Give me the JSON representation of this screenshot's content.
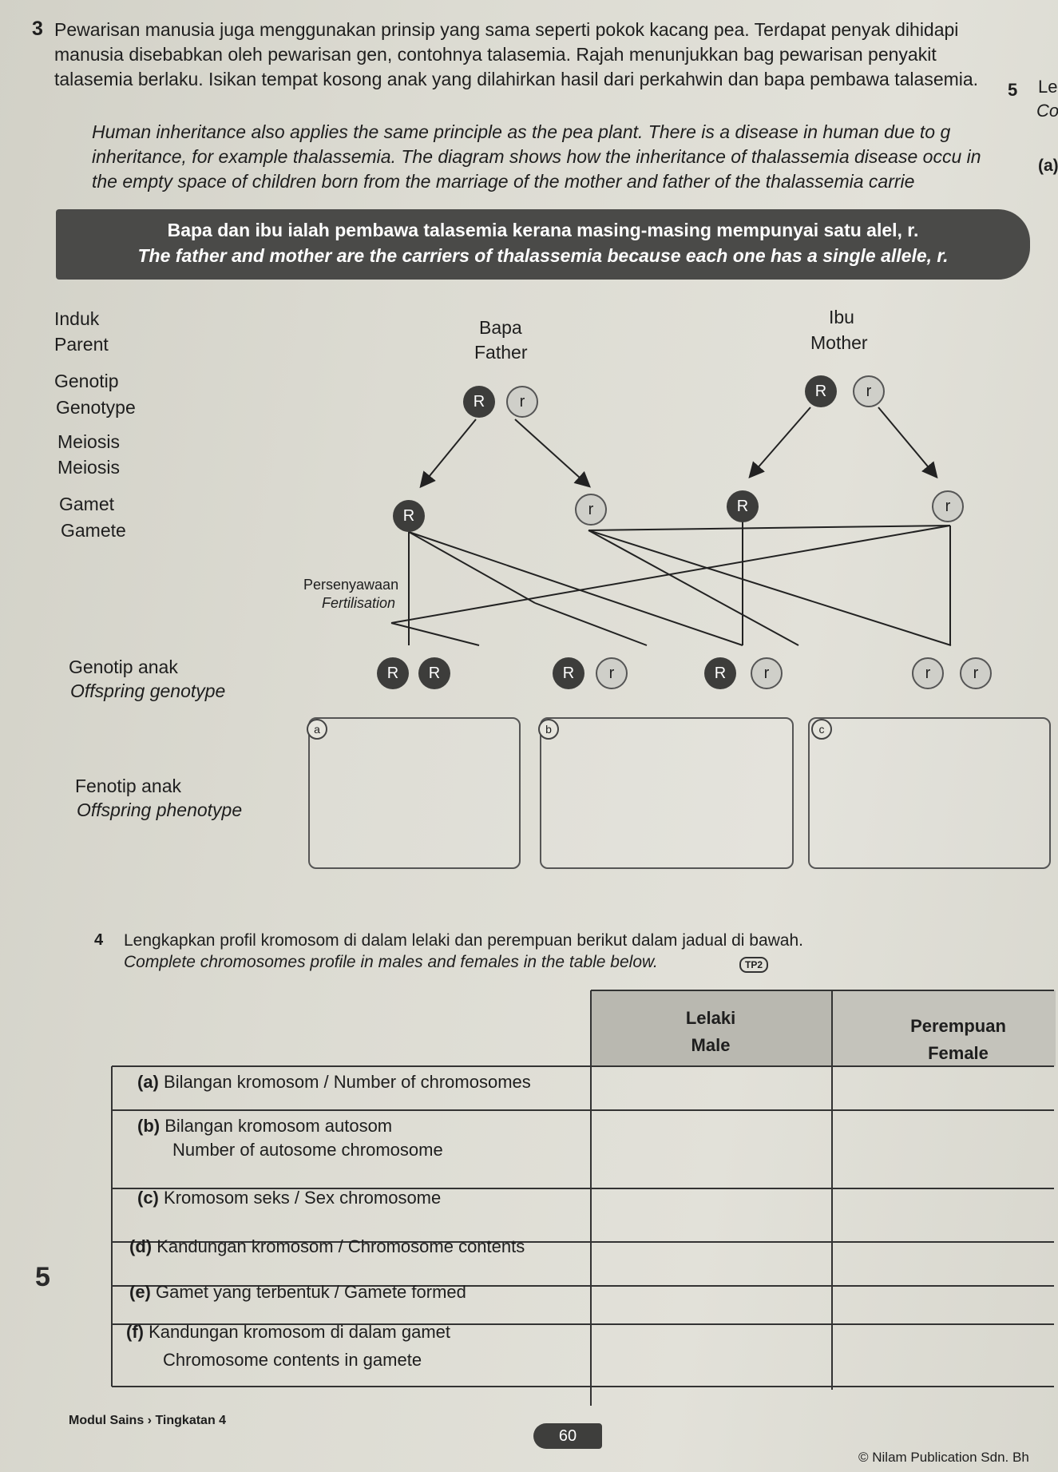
{
  "question3": {
    "number": "3",
    "malay": "Pewarisan manusia juga menggunakan prinsip yang sama seperti pokok kacang pea. Terdapat penyak dihidapi manusia disebabkan oleh pewarisan gen, contohnya talasemia. Rajah menunjukkan bag pewarisan penyakit talasemia berlaku. Isikan tempat kosong anak yang dilahirkan hasil dari perkahwin dan bapa pembawa talasemia.",
    "english": "Human inheritance also applies the same principle as the pea plant. There is a disease in human due to g inheritance, for example thalassemia. The diagram shows how the inheritance of thalassemia disease occu in the empty space of children born from the marriage of the mother and father of the thalassemia carrie"
  },
  "side_margin": {
    "number": "5",
    "text1": "Le",
    "text2": "Co",
    "label": "(a)"
  },
  "banner": {
    "malay": "Bapa dan ibu ialah pembawa talasemia kerana masing-masing mempunyai satu alel, r.",
    "english": "The father and mother are the carriers of thalassemia because each one has a single allele, r."
  },
  "diagram": {
    "parent_malay": "Induk",
    "parent_english": "Parent",
    "father_malay": "Bapa",
    "father_english": "Father",
    "mother_malay": "Ibu",
    "mother_english": "Mother",
    "genotype_malay": "Genotip",
    "genotype_english": "Genotype",
    "meiosis_malay": "Meiosis",
    "meiosis_english": "Meiosis",
    "gamete_malay": "Gamet",
    "gamete_english": "Gamete",
    "fertilisation_malay": "Persenyawaan",
    "fertilisation_english": "Fertilisation",
    "offspring_genotype_malay": "Genotip anak",
    "offspring_genotype_english": "Offspring genotype",
    "offspring_phenotype_malay": "Fenotip anak",
    "offspring_phenotype_english": "Offspring phenotype",
    "father_alleles": [
      "R",
      "r"
    ],
    "mother_alleles": [
      "R",
      "r"
    ],
    "gametes": [
      "R",
      "r",
      "R",
      "r"
    ],
    "offspring": [
      [
        "R",
        "R"
      ],
      [
        "R",
        "r"
      ],
      [
        "R",
        "r"
      ],
      [
        "r",
        "r"
      ]
    ],
    "phenotype_boxes": [
      "a",
      "b",
      "c"
    ]
  },
  "question4": {
    "number": "4",
    "malay": "Lengkapkan profil kromosom di dalam lelaki dan perempuan berikut dalam jadual di bawah.",
    "english": "Complete chromosomes profile in males and females in the table below.",
    "badge": "TP2"
  },
  "table": {
    "male_malay": "Lelaki",
    "male_english": "Male",
    "female_malay": "Perempuan",
    "female_english": "Female",
    "rows": [
      {
        "letter": "(a)",
        "line1": "Bilangan kromosom / Number of chromosomes",
        "line2": ""
      },
      {
        "letter": "(b)",
        "line1": "Bilangan kromosom autosom",
        "line2": "Number of autosome chromosome"
      },
      {
        "letter": "(c)",
        "line1": "Kromosom seks / Sex chromosome",
        "line2": ""
      },
      {
        "letter": "(d)",
        "line1": "Kandungan kromosom / Chromosome contents",
        "line2": ""
      },
      {
        "letter": "(e)",
        "line1": "Gamet yang terbentuk / Gamete formed",
        "line2": ""
      },
      {
        "letter": "(f)",
        "line1": "Kandungan kromosom di dalam gamet",
        "line2": "Chromosome contents in gamete"
      }
    ]
  },
  "footer": {
    "chapter_number": "5",
    "module": "Modul Sains › Tingkatan 4",
    "page": "60",
    "copyright": "© Nilam Publication Sdn. Bh"
  }
}
